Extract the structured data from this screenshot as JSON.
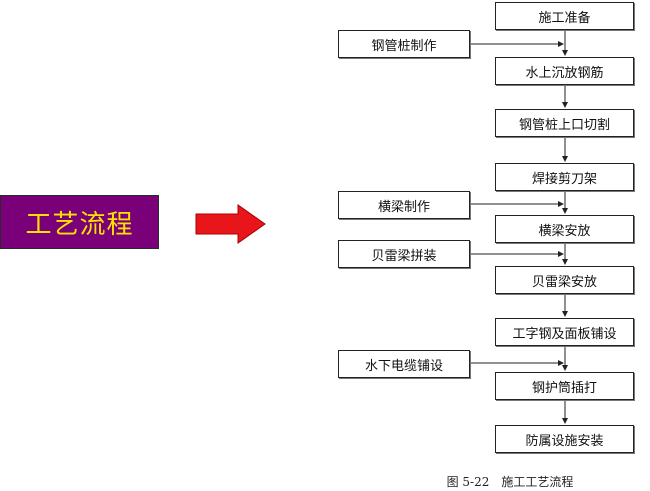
{
  "title": "工艺流程",
  "caption": "图 5-22　施工工艺流程",
  "colors": {
    "title_bg": "#7a007a",
    "title_text": "#ffe100",
    "arrow": "#e8161a"
  },
  "main_steps": [
    "施工准备",
    "水上沉放钢筋",
    "钢管桩上口切割",
    "焊接剪刀架",
    "横梁安放",
    "贝雷梁安放",
    "工字钢及面板铺设",
    "钢护筒插打",
    "防属设施安装"
  ],
  "side_steps": [
    "钢管桩制作",
    "横梁制作",
    "贝雷梁拼装",
    "水下电缆铺设"
  ]
}
